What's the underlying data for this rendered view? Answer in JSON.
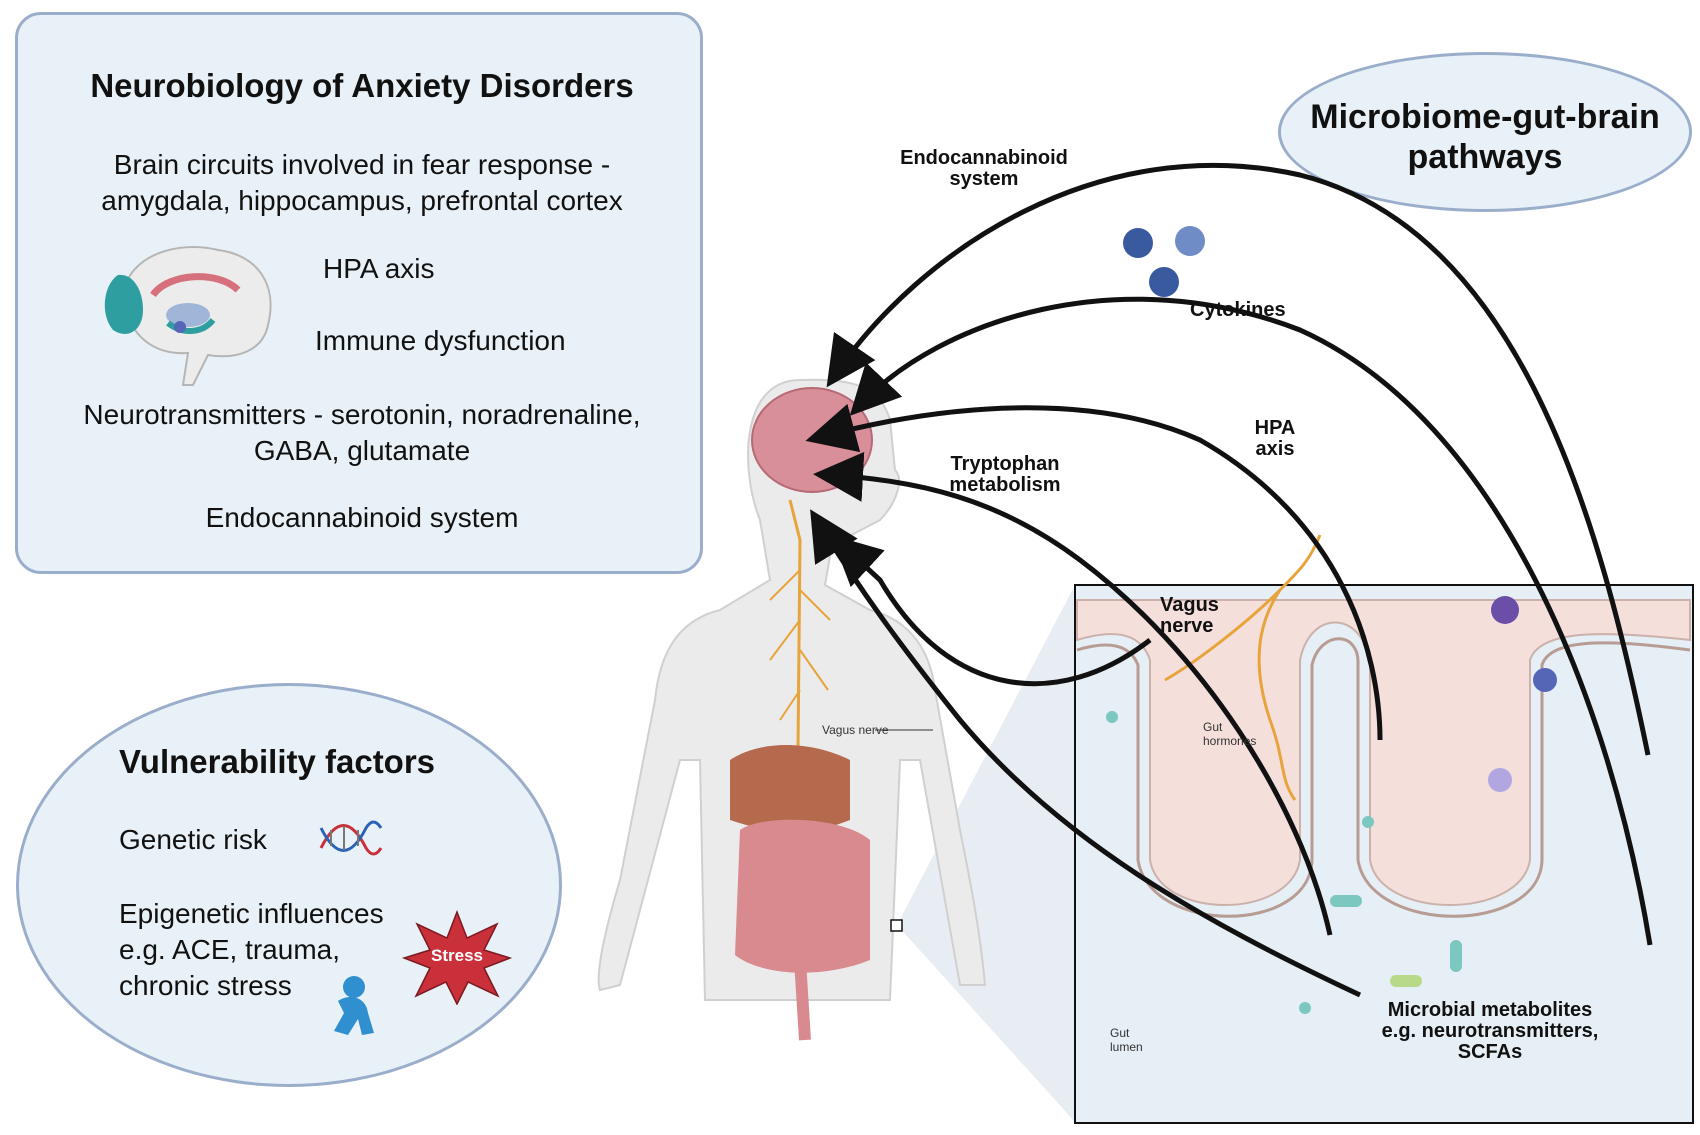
{
  "neuro_panel": {
    "title": "Neurobiology of Anxiety Disorders",
    "brain_circuits_line1": "Brain circuits involved in fear response -",
    "brain_circuits_line2": "amygdala, hippocampus, prefrontal cortex",
    "hpa": "HPA axis",
    "immune": "Immune dysfunction",
    "neurotransmitters_line1": "Neurotransmitters - serotonin, noradrenaline,",
    "neurotransmitters_line2": "GABA, glutamate",
    "endocannabinoid": "Endocannabinoid system"
  },
  "vulnerability": {
    "title": "Vulnerability factors",
    "genetic": "Genetic risk",
    "epigenetic_line1": "Epigenetic influences",
    "epigenetic_line2": "e.g. ACE, trauma,",
    "epigenetic_line3": "chronic stress",
    "stress_badge": "Stress"
  },
  "pathways": {
    "title_line1": "Microbiome-gut-brain",
    "title_line2": "pathways",
    "endocannabinoid_line1": "Endocannabinoid",
    "endocannabinoid_line2": "system",
    "cytokines": "Cytokines",
    "hpa_line1": "HPA",
    "hpa_line2": "axis",
    "tryptophan_line1": "Tryptophan",
    "tryptophan_line2": "metabolism",
    "vagus_line1": "Vagus",
    "vagus_line2": "nerve",
    "gut_hormones_line1": "Gut",
    "gut_hormones_line2": "hormones",
    "metabolites_line1": "Microbial metabolites",
    "metabolites_line2": "e.g. neurotransmitters,",
    "metabolites_line3": "SCFAs",
    "gut_lumen_line1": "Gut",
    "gut_lumen_line2": "lumen",
    "vagus_body_label": "Vagus nerve"
  },
  "colors": {
    "panel_fill": "#e8f1f7",
    "panel_border": "#9aaecb",
    "arrow": "#111111",
    "nerve": "#e8a33a",
    "brain": "#d88f9a",
    "stress_badge": "#c9303a"
  },
  "icons": [
    "brain-sagittal-icon",
    "dna-icon",
    "stress-burst-icon",
    "distressed-person-icon",
    "cytokine-spheres-icon",
    "human-body-icon",
    "intestine-villi-icon"
  ]
}
